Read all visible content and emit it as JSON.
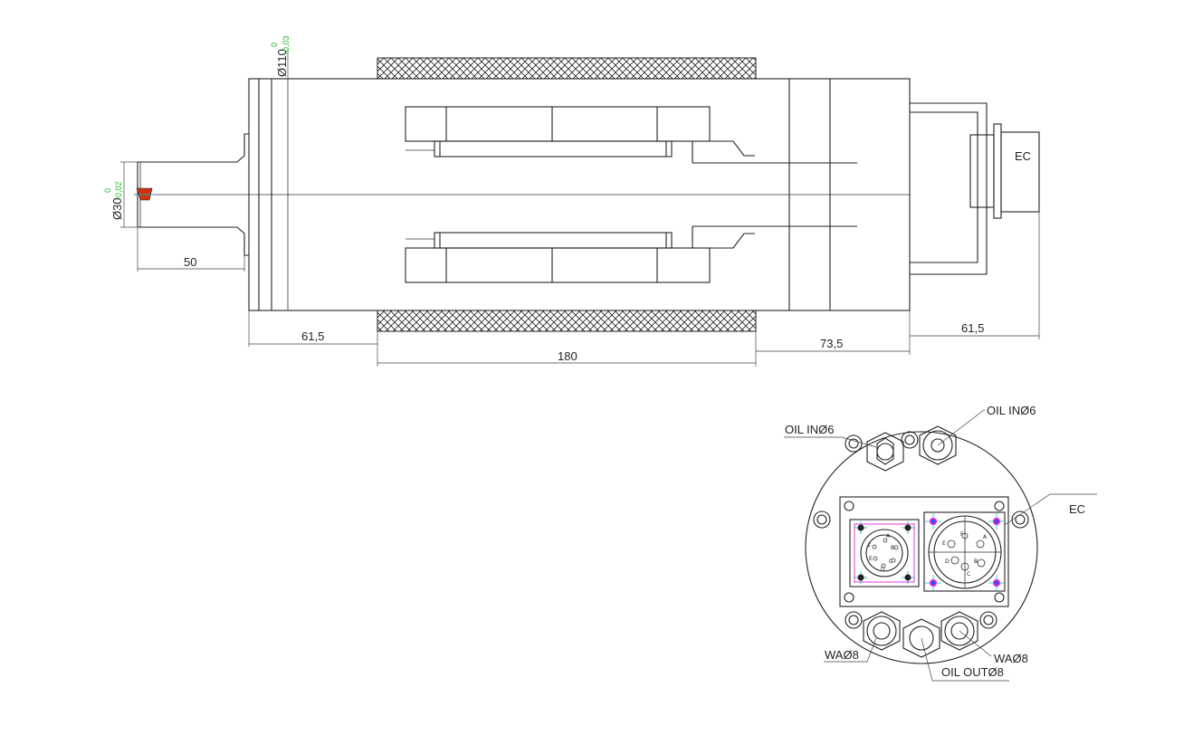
{
  "dimensions": {
    "shaft_diameter": "Ø30",
    "shaft_tol_upper": "0",
    "shaft_tol_lower": "-0,02",
    "body_diameter": "Ø110",
    "body_tol_upper": "0",
    "body_tol_lower": "-0,03",
    "shaft_length": "50",
    "flange_length": "61,5",
    "center_length": "180",
    "rear_length": "73,5",
    "connector_length": "61,5"
  },
  "labels": {
    "ec_side": "EC",
    "ec_end": "EC",
    "oil_in_left": "OIL IN",
    "oil_in_left_size": "Ø6",
    "oil_in_right": "OIL IN",
    "oil_in_right_size": "Ø6",
    "wa_left": "WA",
    "wa_left_size": "Ø8",
    "wa_right": "WA",
    "wa_right_size": "Ø8",
    "oil_out": "OIL OUT",
    "oil_out_size": "Ø8"
  },
  "connector_small_pins": [
    "A",
    "B",
    "C",
    "D",
    "E",
    "F"
  ],
  "connector_large_pins": [
    "A",
    "B",
    "C",
    "D",
    "E",
    "F"
  ],
  "colors": {
    "line": "#222222",
    "tolerance": "#22bb22",
    "marker": "#cc3311",
    "crosshair": "#00bcd4",
    "outline_magenta": "#dd22dd",
    "dot_blue": "#2255ee"
  }
}
